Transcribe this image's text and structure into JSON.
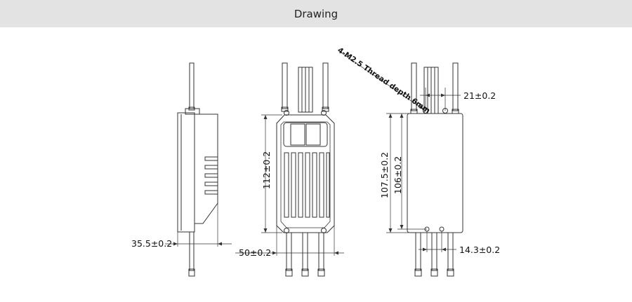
{
  "header": {
    "title": "Drawing"
  },
  "side_view": {
    "width_dim": "35.5±0.2"
  },
  "front_view": {
    "length_dim": "112±0.2",
    "width_dim": "50±0.2"
  },
  "back_view": {
    "outer_length_dim": "107.5±0.2",
    "inner_length_dim": "106±0.2",
    "top_spacing_dim": "21±0.2",
    "bottom_spacing_dim": "14.3±0.2",
    "thread_note": "4-M2.5 Thread depth 6mm"
  }
}
